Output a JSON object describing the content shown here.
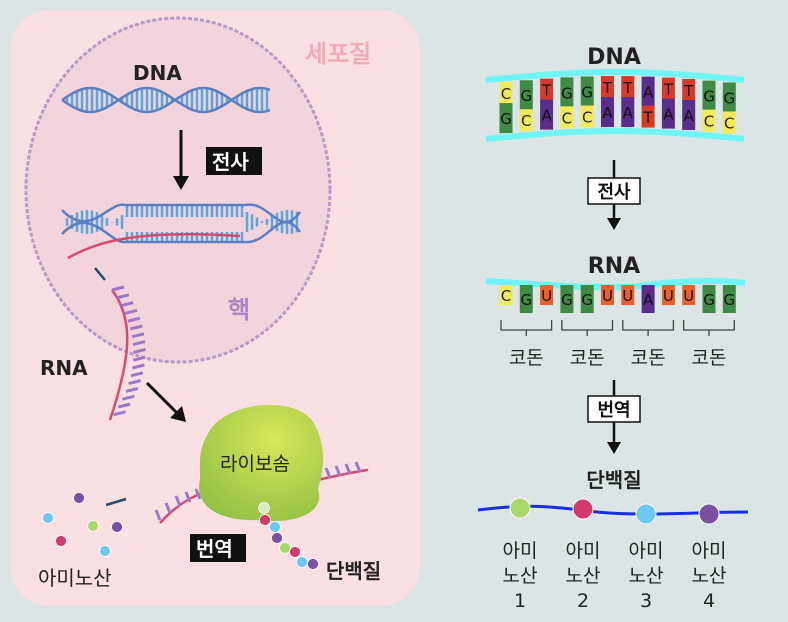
{
  "left": {
    "cytoplasm_label": "세포질",
    "nucleus_label": "핵",
    "dna_label": "DNA",
    "transcription_label": "전사",
    "rna_label": "RNA",
    "ribosome_label": "라이보솜",
    "translation_label": "번역",
    "protein_label": "단백질",
    "amino_acid_label": "아미노산"
  },
  "right": {
    "dna_title": "DNA",
    "dna_top_strand": [
      "C",
      "G",
      "T",
      "G",
      "G",
      "T",
      "T",
      "A",
      "T",
      "T",
      "G",
      "G"
    ],
    "dna_bottom_strand": [
      "G",
      "C",
      "A",
      "C",
      "C",
      "A",
      "A",
      "T",
      "A",
      "A",
      "C",
      "C"
    ],
    "transcription_label": "전사",
    "rna_title": "RNA",
    "rna_strand": [
      "C",
      "G",
      "U",
      "G",
      "G",
      "U",
      "U",
      "A",
      "U",
      "U",
      "G",
      "G"
    ],
    "codon_labels": [
      "코돈",
      "코돈",
      "코돈",
      "코돈"
    ],
    "translation_label": "번역",
    "protein_title": "단백질",
    "amino_acids": [
      {
        "line1": "아미",
        "line2": "노산",
        "num": "1",
        "color": "#a8d86a"
      },
      {
        "line1": "아미",
        "line2": "노산",
        "num": "2",
        "color": "#d23a6e"
      },
      {
        "line1": "아미",
        "line2": "노산",
        "num": "3",
        "color": "#6cc8f0"
      },
      {
        "line1": "아미",
        "line2": "노산",
        "num": "4",
        "color": "#7b4fa0"
      }
    ]
  },
  "colors": {
    "A": "#5b2d8a",
    "T": "#d63a2a",
    "G": "#3f8a45",
    "C": "#f2ea5a",
    "U": "#e8602a",
    "backbone": "#6ff5f5",
    "cell": "#fadfe3",
    "nucleus_border": "#b79ac8",
    "ribosome": "#9cc94a"
  }
}
